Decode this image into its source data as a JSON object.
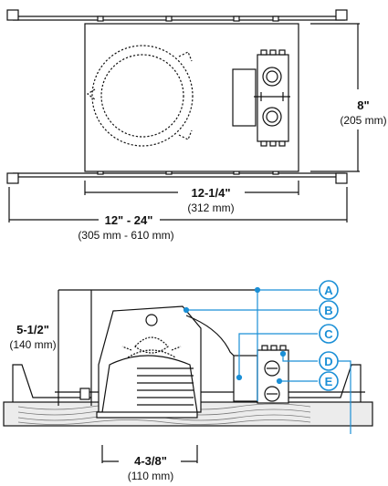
{
  "top_view": {
    "width_dim": {
      "imperial": "12-1/4\"",
      "metric": "(312 mm)"
    },
    "bar_dim": {
      "imperial": "12\" - 24\"",
      "metric": "(305 mm - 610 mm)"
    },
    "height_dim": {
      "imperial": "8\"",
      "metric": "(205 mm)"
    }
  },
  "side_view": {
    "height_dim": {
      "imperial": "5-1/2\"",
      "metric": "(140 mm)"
    },
    "aperture_dim": {
      "imperial": "4-3/8\"",
      "metric": "(110 mm)"
    }
  },
  "callouts": [
    "A",
    "B",
    "C",
    "D",
    "E"
  ],
  "colors": {
    "accent": "#1a8fd6",
    "line": "#111111",
    "wood": "#e8e8e8"
  }
}
